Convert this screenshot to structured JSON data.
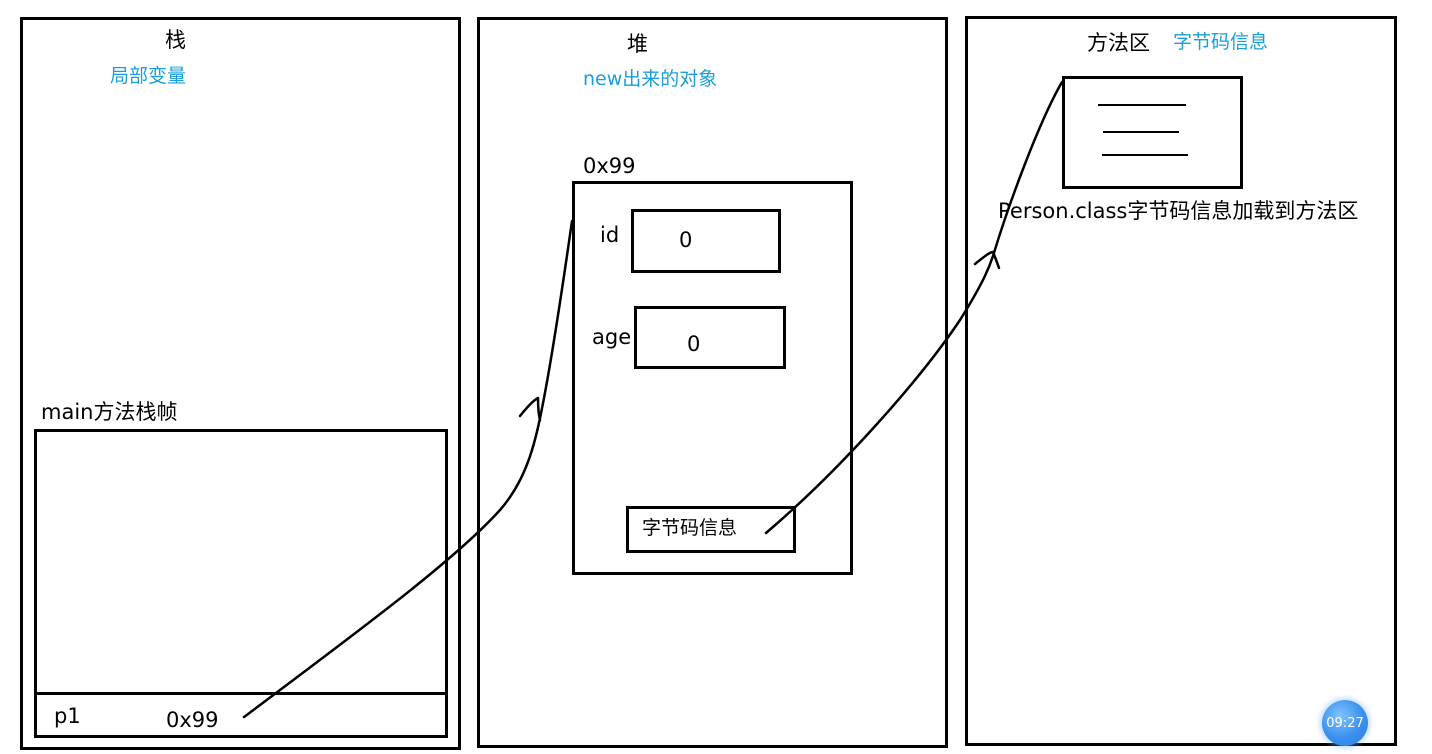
{
  "colors": {
    "line": "#000000",
    "accent_text": "#1a9fd8",
    "badge": "#3a8fef"
  },
  "stack": {
    "title": "栈",
    "subtitle": "局部变量",
    "frame_label": "main方法栈帧",
    "var_name": "p1",
    "var_value": "0x99"
  },
  "heap": {
    "title": "堆",
    "subtitle": "new出来的对象",
    "object_address": "0x99",
    "fields": [
      {
        "name": "id",
        "value": "0"
      },
      {
        "name": "age",
        "value": "0"
      }
    ],
    "bytecode_ref": "字节码信息"
  },
  "method_area": {
    "title": "方法区",
    "subtitle": "字节码信息",
    "class_note": "Person.class字节码信息加载到方法区",
    "class_icon": "document-lines-icon"
  },
  "clock_badge": {
    "time": "09:27"
  }
}
